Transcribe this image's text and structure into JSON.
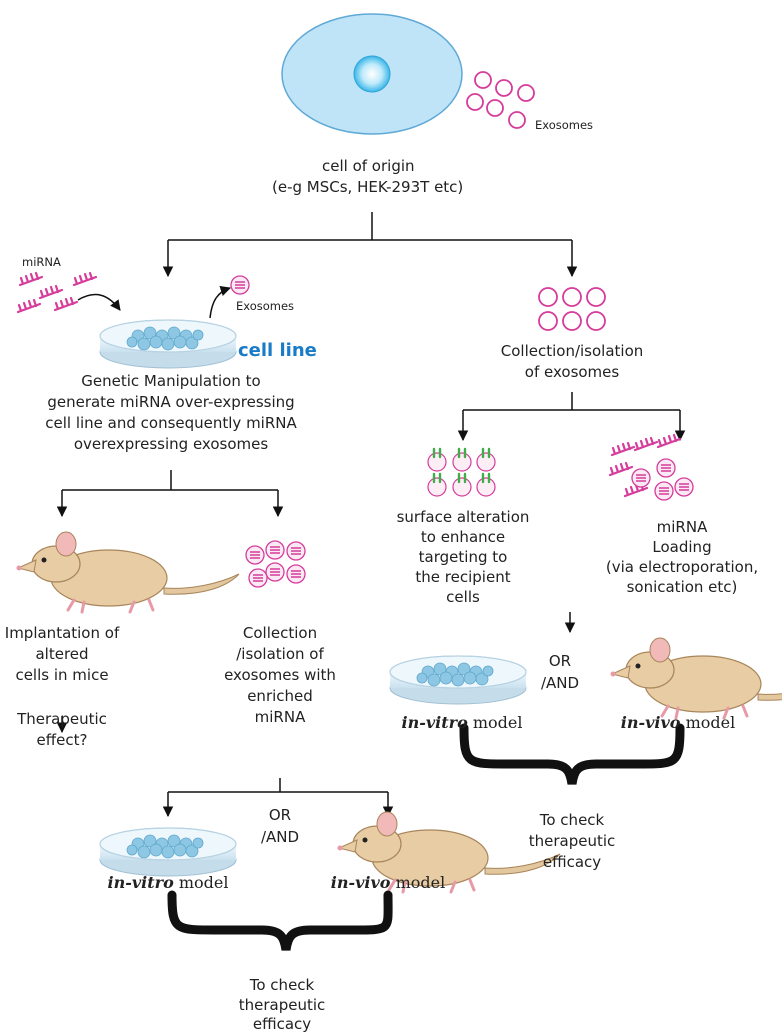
{
  "labels": {
    "exosomes_top": "Exosomes",
    "cell_of_origin": "cell of origin",
    "cell_examples": "(e-g MSCs, HEK-293T etc)",
    "mirna": "miRNA",
    "exosomes_left": "Exosomes",
    "cell_line": "cell line",
    "genetic_1": "Genetic Manipulation to",
    "genetic_2": "generate miRNA over-expressing",
    "genetic_3": "cell line and consequently miRNA",
    "genetic_4": "overexpressing exosomes",
    "collection_right_1": "Collection/isolation",
    "collection_right_2": "of exosomes",
    "surface_1": "surface alteration",
    "surface_2": "to enhance",
    "surface_3": "targeting to",
    "surface_4": "the recipient",
    "surface_5": "cells",
    "loading_1": "miRNA",
    "loading_2": "Loading",
    "loading_3": "(via electroporation,",
    "loading_4": "sonication etc)",
    "implant_1": "Implantation of",
    "implant_2": "altered",
    "implant_3": "cells in mice",
    "therapeutic_1": "Therapeutic",
    "therapeutic_2": "effect?",
    "coll_left_1": "Collection",
    "coll_left_2": "/isolation of",
    "coll_left_3": "exosomes with",
    "coll_left_4": "enriched",
    "coll_left_5": "miRNA",
    "or_1": "OR",
    "and_1": "/AND",
    "or_2": "OR",
    "and_2": "/AND",
    "invitro_italic": "in-vitro",
    "invivo_italic": "in-vivo",
    "model_word": "model",
    "check_1": "To check",
    "check_2": "therapeutic",
    "check_3": "efficacy"
  },
  "colors": {
    "cell": "#bfe3f7",
    "nucleus": "#4fc3ee",
    "exosome": "#d63c9c",
    "mirna": "#d63c9c",
    "receptor": "#3fae49",
    "dish": "#dfeff8",
    "mouse": "#e3c79f",
    "accent_blue": "#1a7cc6"
  }
}
